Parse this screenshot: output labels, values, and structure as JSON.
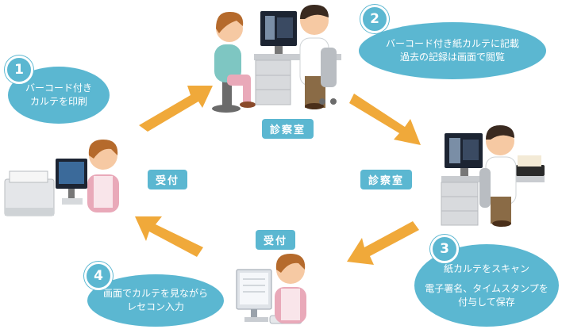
{
  "steps": [
    {
      "number": "1",
      "lines": [
        "バーコード付き",
        "カルテを印刷"
      ]
    },
    {
      "number": "2",
      "lines": [
        "バーコード付き紙カルテに記載",
        "過去の記録は画面で閲覧"
      ]
    },
    {
      "number": "3",
      "lines": [
        "紙カルテをスキャン",
        "電子署名、タイムスタンプを",
        "付与して保存"
      ]
    },
    {
      "number": "4",
      "lines": [
        "画面でカルテを見ながら",
        "レセコン入力"
      ]
    }
  ],
  "labels": {
    "exam_room_top": "診察室",
    "exam_room_right": "診察室",
    "reception_left": "受付",
    "reception_bottom": "受付"
  },
  "colors": {
    "bubble": "#5bb7d1",
    "arrow": "#f0a93a",
    "skin": "#f6c9a3",
    "hair": "#9b5a2a",
    "coat": "#ffffff",
    "monitor": "#1c2432"
  }
}
